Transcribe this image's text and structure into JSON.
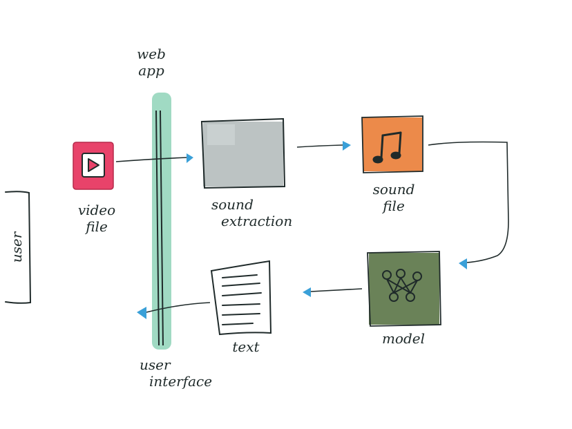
{
  "labels": {
    "user": "user",
    "web_app": [
      "web",
      "app"
    ],
    "video_file": [
      "video",
      "file"
    ],
    "sound_extraction": [
      "sound",
      "extraction"
    ],
    "sound_file": [
      "sound",
      "file"
    ],
    "model": "model",
    "text": "text",
    "user_interface": [
      "user",
      "interface"
    ]
  },
  "colors": {
    "video": "#e8436a",
    "extraction": "#bcc3c3",
    "sound_file": "#ec8a4a",
    "model": "#6a8258",
    "web_app_bar": "#8fd3b8",
    "arrow_head": "#3aa0d8",
    "ink": "#1f2a2a"
  },
  "icons": {
    "video": "play-icon",
    "sound_file": "music-note-icon",
    "model": "neural-network-icon",
    "text": "document-icon"
  }
}
